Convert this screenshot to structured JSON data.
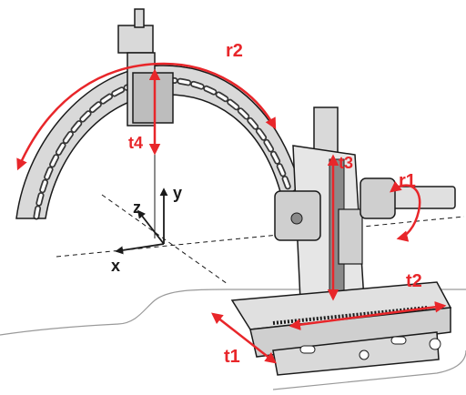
{
  "labels": {
    "r1": "r1",
    "r2": "r2",
    "t1": "t1",
    "t2": "t2",
    "t3": "t3",
    "t4": "t4",
    "x": "x",
    "y": "y",
    "z": "z"
  },
  "colors": {
    "accent": "#e8262a",
    "ink": "#1a1a1a",
    "metal": "#d9d9d9",
    "metal_dark": "#8a8a8a",
    "table_line": "#9a9a9a"
  }
}
